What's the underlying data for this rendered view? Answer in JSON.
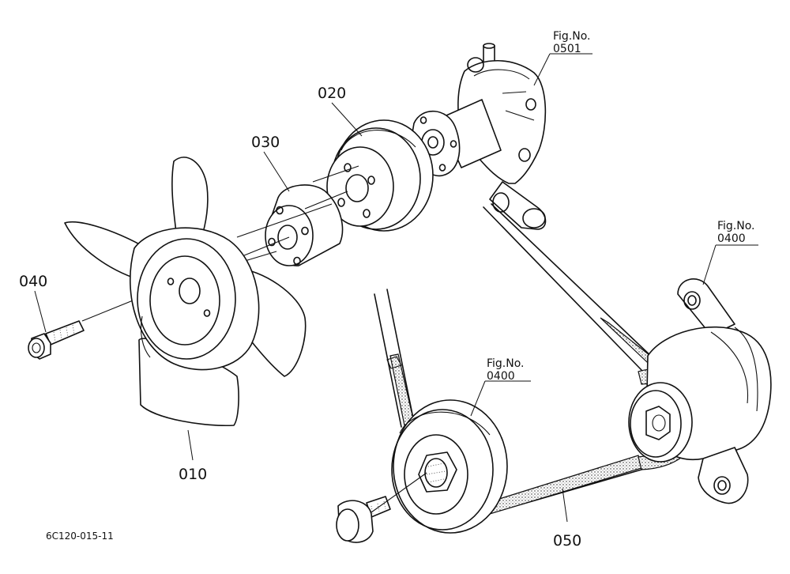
{
  "parts": [
    {
      "id": "p010",
      "number": "010"
    },
    {
      "id": "p020",
      "number": "020"
    },
    {
      "id": "p030",
      "number": "030"
    },
    {
      "id": "p040",
      "number": "040"
    },
    {
      "id": "p050",
      "number": "050"
    }
  ],
  "figure_refs": [
    {
      "id": "fig-water-pump",
      "caption": "Fig.No.",
      "number": "0501"
    },
    {
      "id": "fig-alternator",
      "caption": "Fig.No.",
      "number": "0400"
    },
    {
      "id": "fig-crank-pulley",
      "caption": "Fig.No.",
      "number": "0400"
    }
  ],
  "drawing_code": "6C120-015-11"
}
